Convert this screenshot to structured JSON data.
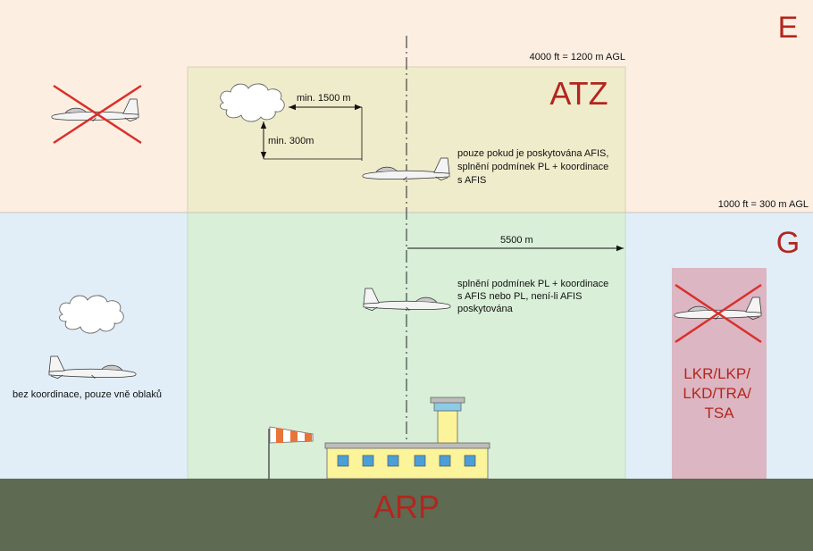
{
  "airspace": {
    "class_e": "E",
    "class_g": "G",
    "atz": "ATZ",
    "arp": "ARP"
  },
  "altitudes": {
    "upper": "4000 ft = 1200 m AGL",
    "lower": "1000 ft = 300 m AGL"
  },
  "distances": {
    "horizontal_cloud": "min. 1500 m",
    "vertical_cloud": "min. 300m",
    "atz_radius": "5500 m"
  },
  "notes": {
    "atz_upper": [
      "pouze pokud je poskytována AFIS,",
      "splnění podmínek PL + koordinace",
      "s AFIS"
    ],
    "atz_lower": [
      "splnění podmínek PL + koordinace",
      "s AFIS nebo PL, není-li AFIS",
      "poskytována"
    ],
    "outside": "bez koordinace, pouze vně oblaků"
  },
  "restricted": {
    "lines": [
      "LKR/LKP/",
      "LKD/TRA/",
      "TSA"
    ]
  },
  "colors": {
    "class_e_bg": "#fdeee2",
    "class_g_bg": "#e1eef8",
    "atz_e_bg": "#efeccb",
    "atz_g_bg": "#d9efd8",
    "ground": "#5f6a52",
    "restricted_bg": "#dcb6c2",
    "title_red": "#b3261e",
    "cross_red": "#d9302a"
  }
}
